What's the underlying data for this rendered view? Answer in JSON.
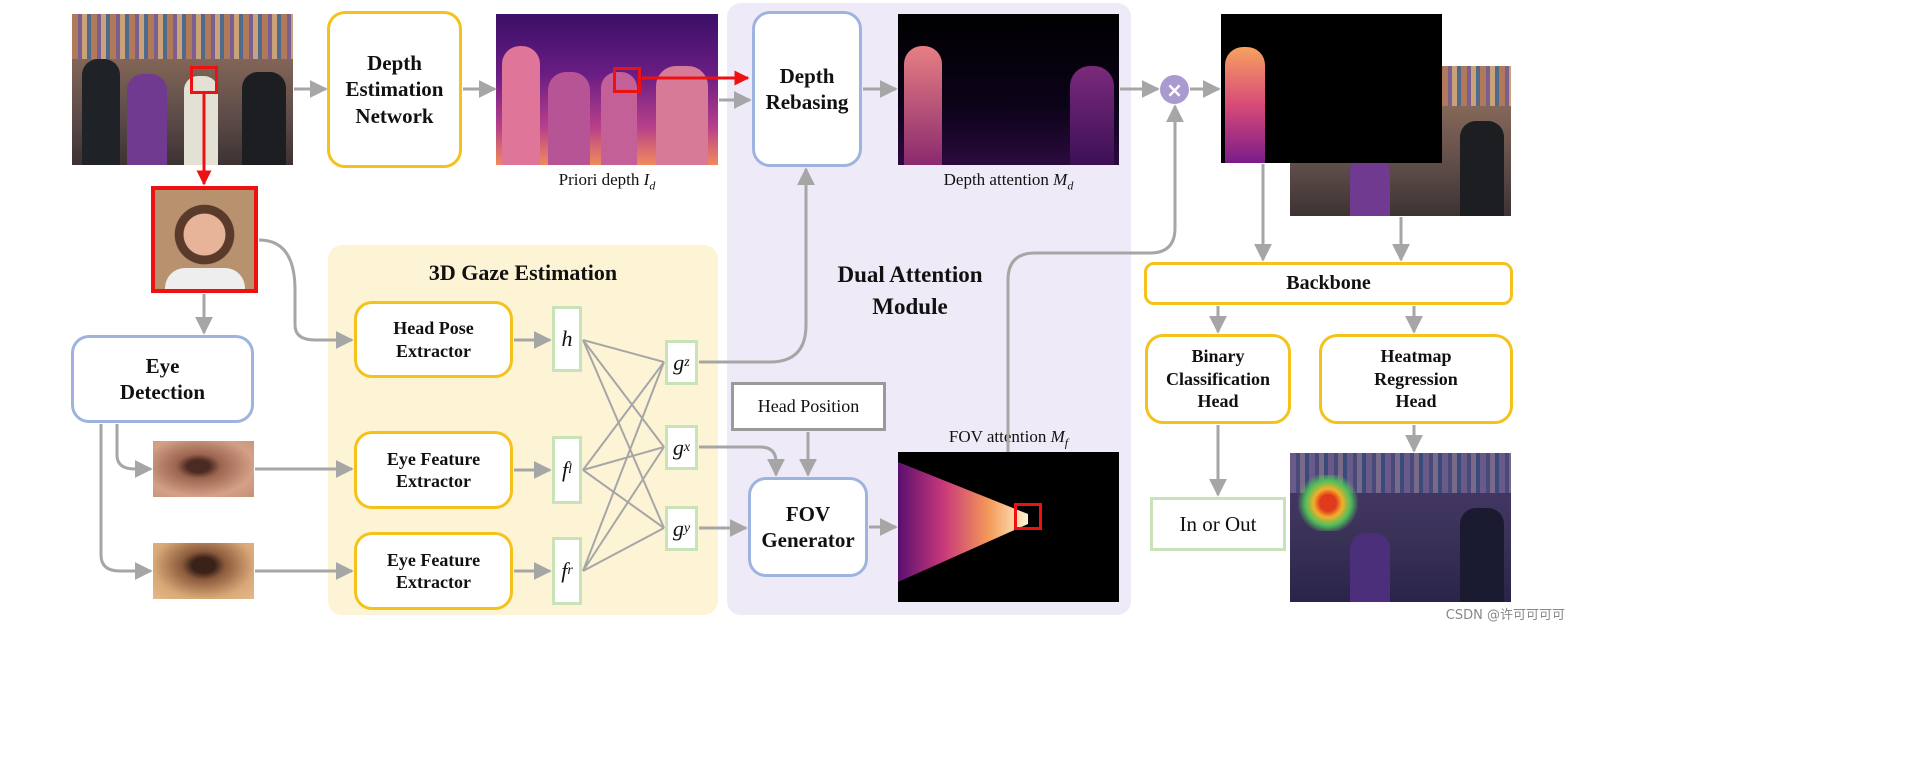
{
  "regions": {
    "gaze_title": "3D Gaze Estimation",
    "dual_title_line1": "Dual Attention",
    "dual_title_line2": "Module"
  },
  "boxes": {
    "depth_estimation": "Depth Estimation Network",
    "depth_rebasing": "Depth Rebasing",
    "eye_detection": "Eye Detection",
    "head_pose_extractor": "Head Pose Extractor",
    "eye_feature_extractor_left": "Eye Feature Extractor",
    "eye_feature_extractor_right": "Eye Feature Extractor",
    "head_position": "Head Position",
    "fov_generator": "FOV Generator",
    "backbone": "Backbone",
    "binary_classification_head": "Binary Classification Head",
    "heatmap_regression_head": "Heatmap Regression Head",
    "in_or_out": "In or Out"
  },
  "variables": {
    "h": "h",
    "fl_base": "f",
    "fl_sub": "l",
    "fr_base": "f",
    "fr_sub": "r",
    "gz_base": "g",
    "gz_sub": "z",
    "gx_base": "g",
    "gx_sub": "x",
    "gy_base": "g",
    "gy_sub": "y"
  },
  "captions": {
    "priori_depth": "Priori depth ",
    "priori_depth_sym": "I",
    "priori_depth_sub": "d",
    "depth_attention": "Depth attention ",
    "depth_attention_sym": "M",
    "depth_attention_sub": "d",
    "fov_attention": "FOV attention ",
    "fov_attention_sym": "M",
    "fov_attention_sub": "f"
  },
  "ops": {
    "multiply_symbol": "×"
  },
  "watermark": "CSDN @许可可可可",
  "colors": {
    "yellow_border": "#f5c21b",
    "blue_border": "#9eb4df",
    "green_border": "#c9e3b8",
    "gray_border": "#9a9a9a",
    "red_highlight": "#ee1111",
    "arrow_gray": "#a6a6a6",
    "multiply_circle": "#a99bd0",
    "gaze_region": "#fdf4d6",
    "dual_region": "#efeaf7"
  }
}
